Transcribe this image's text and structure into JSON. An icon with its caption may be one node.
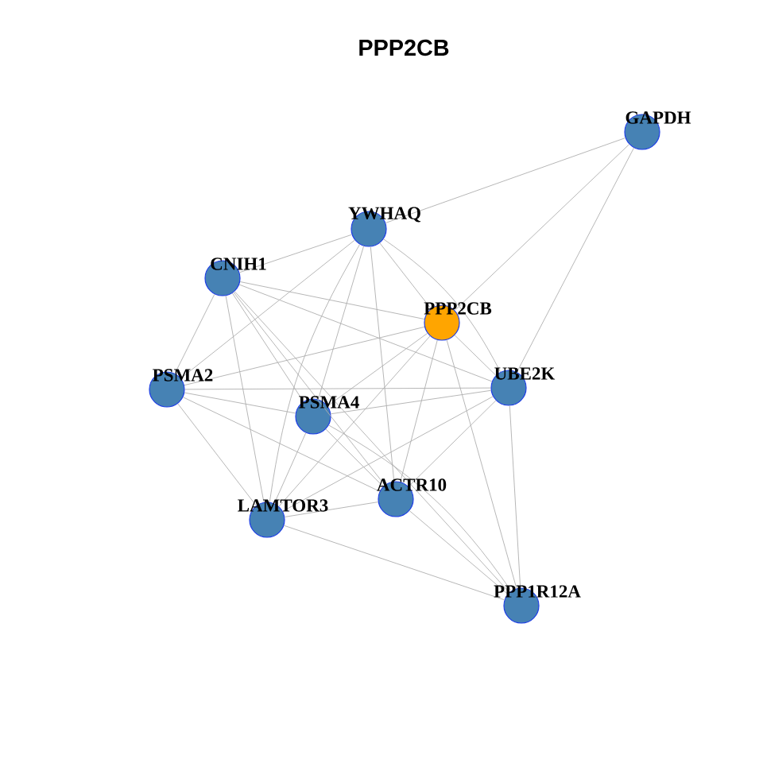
{
  "diagram": {
    "title": "PPP2CB",
    "nodes": [
      {
        "text": [
          "GAPDH"
        ]
      },
      {
        "text": [
          "YWHAQ"
        ]
      },
      {
        "text": [
          "CNIH1"
        ]
      },
      {
        "text": [
          "PPP2CB"
        ]
      },
      {
        "text": [
          "PSMA2"
        ]
      },
      {
        "text": [
          "UBE2K"
        ]
      },
      {
        "text": [
          "PSMA4"
        ]
      },
      {
        "text": [
          "ACTR10"
        ]
      },
      {
        "text": [
          "LAMTOR3"
        ]
      },
      {
        "text": [
          "PPP1R12A"
        ]
      }
    ],
    "edges": [
      {
        "from": 0,
        "to": 1,
        "arrow": "none"
      },
      {
        "from": 0,
        "to": 3,
        "arrow": "none"
      },
      {
        "from": 0,
        "to": 5,
        "arrow": "none"
      },
      {
        "from": 1,
        "to": 2,
        "arrow": "none"
      },
      {
        "from": 1,
        "to": 3,
        "arrow": "none"
      },
      {
        "from": 1,
        "to": 5,
        "arrow": "none"
      },
      {
        "from": 1,
        "to": 4,
        "arrow": "none"
      },
      {
        "from": 1,
        "to": 6,
        "arrow": "none"
      },
      {
        "from": 1,
        "to": 8,
        "arrow": "none"
      },
      {
        "from": 1,
        "to": 7,
        "arrow": "none"
      },
      {
        "from": 2,
        "to": 3,
        "arrow": "none"
      },
      {
        "from": 2,
        "to": 5,
        "arrow": "none"
      },
      {
        "from": 2,
        "to": 4,
        "arrow": "none"
      },
      {
        "from": 2,
        "to": 8,
        "arrow": "none"
      },
      {
        "from": 2,
        "to": 6,
        "arrow": "none"
      },
      {
        "from": 2,
        "to": 7,
        "arrow": "none"
      },
      {
        "from": 2,
        "to": 9,
        "arrow": "none"
      },
      {
        "from": 3,
        "to": 4,
        "arrow": "none"
      },
      {
        "from": 3,
        "to": 5,
        "arrow": "none"
      },
      {
        "from": 3,
        "to": 6,
        "arrow": "none"
      },
      {
        "from": 3,
        "to": 8,
        "arrow": "none"
      },
      {
        "from": 3,
        "to": 7,
        "arrow": "none"
      },
      {
        "from": 3,
        "to": 9,
        "arrow": "none"
      },
      {
        "from": 4,
        "to": 5,
        "arrow": "none"
      },
      {
        "from": 4,
        "to": 6,
        "arrow": "none"
      },
      {
        "from": 4,
        "to": 8,
        "arrow": "none"
      },
      {
        "from": 4,
        "to": 7,
        "arrow": "none"
      },
      {
        "from": 5,
        "to": 6,
        "arrow": "none"
      },
      {
        "from": 5,
        "to": 8,
        "arrow": "none"
      },
      {
        "from": 5,
        "to": 7,
        "arrow": "none"
      },
      {
        "from": 5,
        "to": 9,
        "arrow": "none"
      },
      {
        "from": 6,
        "to": 7,
        "arrow": "none"
      },
      {
        "from": 6,
        "to": 8,
        "arrow": "none"
      },
      {
        "from": 6,
        "to": 9,
        "arrow": "none"
      },
      {
        "from": 7,
        "to": 8,
        "arrow": "none"
      },
      {
        "from": 7,
        "to": 9,
        "arrow": "none"
      },
      {
        "from": 8,
        "to": 9,
        "arrow": "none"
      }
    ]
  }
}
